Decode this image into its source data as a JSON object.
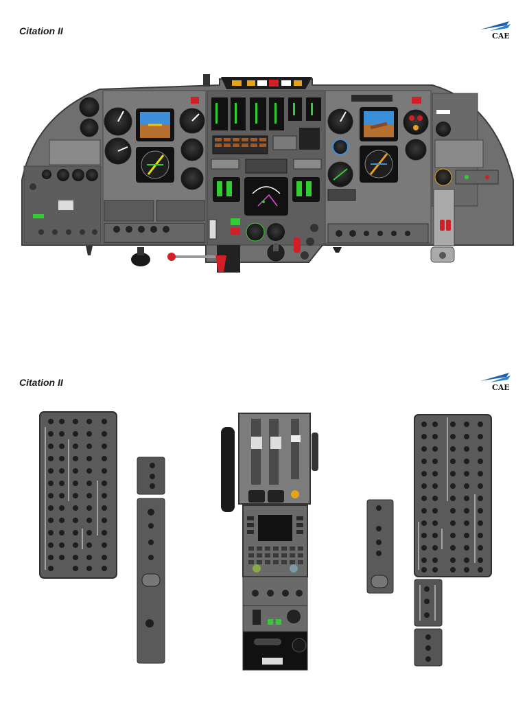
{
  "page1": {
    "title": "Citation II",
    "logo_text": "CAE"
  },
  "page2": {
    "title": "Citation II",
    "logo_text": "CAE"
  },
  "colors": {
    "panel": "#6f6f6f",
    "panel_dark": "#4a4a4a",
    "panel_edge": "#3c3c3c",
    "screen": "#1a1a1a",
    "green": "#33cc33",
    "red": "#d01f27",
    "amber": "#e6a21a",
    "sky": "#3c8fd8",
    "ground": "#b5702f",
    "logo_blue": "#1f5fa8"
  }
}
